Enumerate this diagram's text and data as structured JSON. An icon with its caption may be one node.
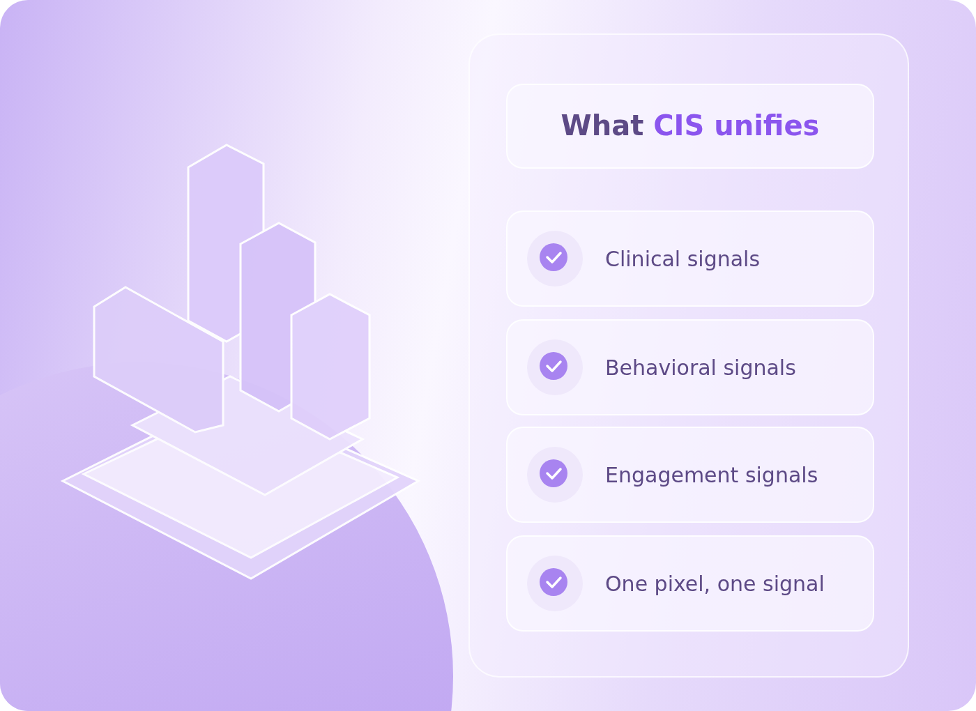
{
  "diagram": {
    "nodes": [
      {
        "text": [],
        "shape": "box"
      },
      {
        "text": [
          "What **CIS unifies**"
        ],
        "in": 0
      },
      {
        "text": [
          "Clinical signals"
        ],
        "in": 0
      },
      {
        "text": [
          "Behavioral signals"
        ],
        "in": 0
      },
      {
        "text": [
          "Engagement signals"
        ],
        "in": 0
      },
      {
        "text": [
          "One pixel, one signal"
        ],
        "in": 0
      }
    ]
  }
}
